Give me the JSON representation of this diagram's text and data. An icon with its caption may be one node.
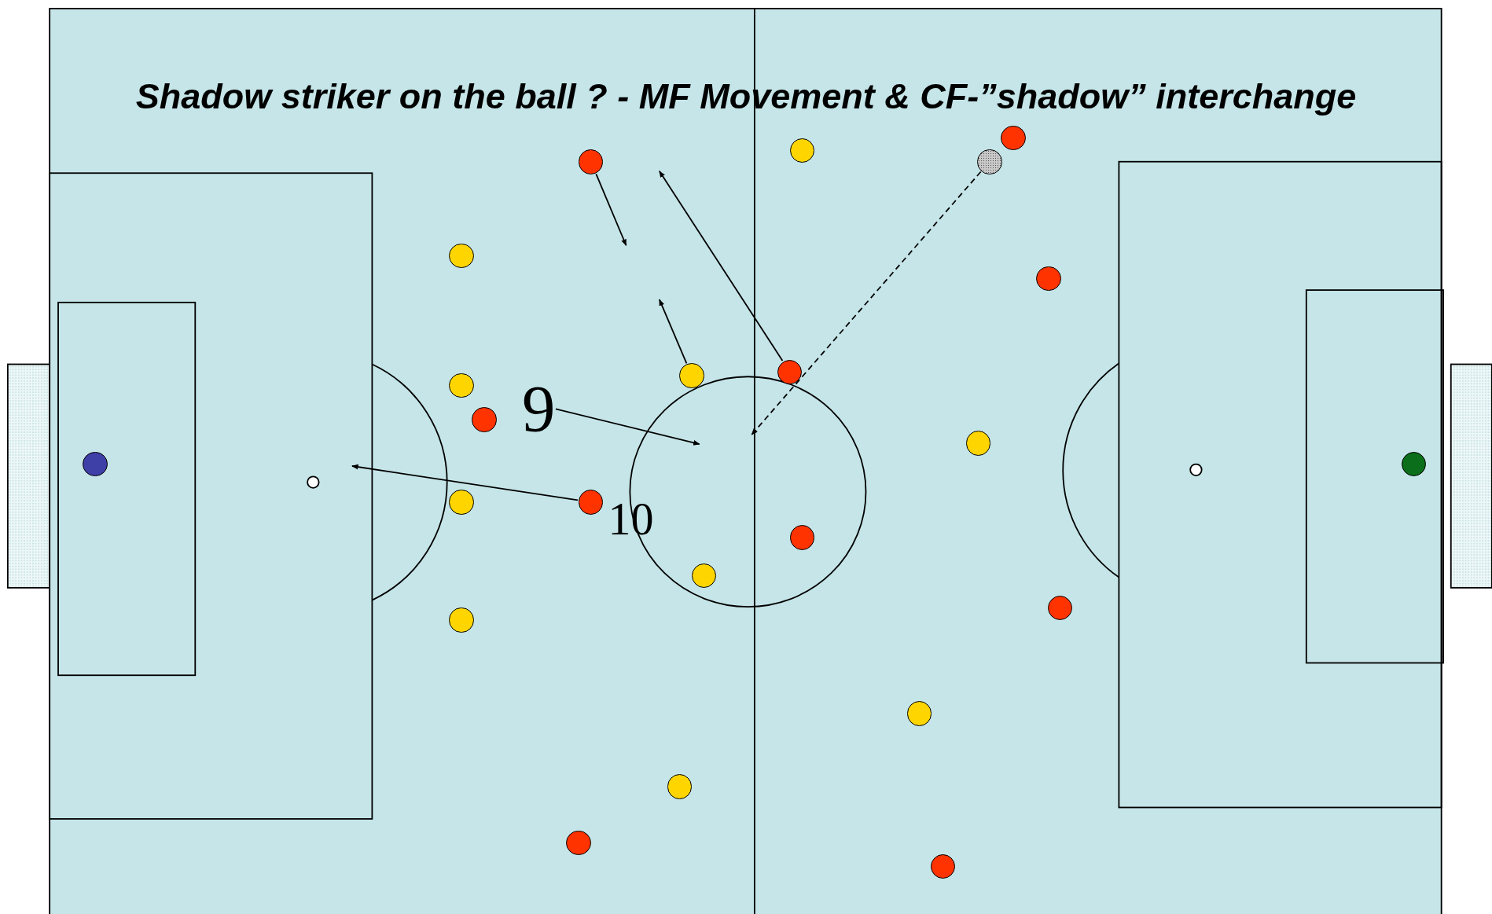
{
  "diagram": {
    "title": "Shadow striker on the ball ? - MF Movement & CF-”shadow” interchange",
    "nodes": [
      {
        "text": [],
        "shape": "circle"
      },
      {
        "text": [],
        "shape": "circle"
      },
      {
        "text": [],
        "shape": "circle"
      },
      {
        "text": [],
        "shape": "circle"
      },
      {
        "text": [],
        "shape": "circle"
      },
      {
        "text": [],
        "shape": "circle"
      },
      {
        "text": [],
        "shape": "circle"
      },
      {
        "text": [],
        "shape": "circle"
      },
      {
        "text": [],
        "shape": "circle"
      },
      {
        "text": [
          "9"
        ]
      },
      {
        "text": [],
        "shape": "circle"
      },
      {
        "text": [],
        "shape": "circle"
      },
      {
        "text": [],
        "shape": "circle"
      },
      {
        "text": [],
        "shape": "circle"
      },
      {
        "text": [],
        "shape": "circle",
        "beside": [
          "10"
        ]
      },
      {
        "text": [],
        "shape": "circle"
      },
      {
        "text": [],
        "shape": "circle"
      },
      {
        "text": [],
        "shape": "circle"
      },
      {
        "text": [],
        "shape": "circle"
      },
      {
        "text": [],
        "shape": "circle"
      },
      {
        "text": [],
        "shape": "circle"
      },
      {
        "text": [],
        "shape": "circle"
      },
      {
        "text": [],
        "shape": "circle"
      },
      {
        "text": [],
        "shape": "circle"
      }
    ],
    "edges": [
      {
        "from": 3,
        "to": null,
        "arrow": "to"
      },
      {
        "from": 6,
        "to": null,
        "arrow": "to"
      },
      {
        "from": 7,
        "to": null,
        "arrow": "to"
      },
      {
        "from": 2,
        "to": null,
        "arrow": "to",
        "style": "dashed"
      },
      {
        "from": 9,
        "to": null,
        "arrow": "to"
      },
      {
        "from": 14,
        "to": null,
        "arrow": "to"
      }
    ]
  }
}
